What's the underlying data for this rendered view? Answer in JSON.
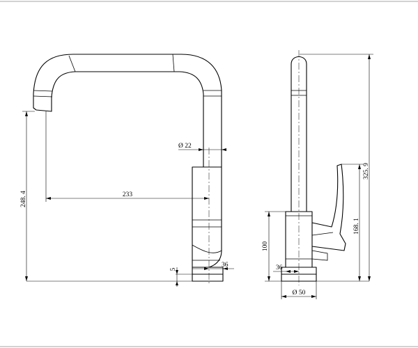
{
  "dimensions": {
    "spout_diameter": "Ø 22",
    "spout_reach": "233",
    "total_height_front": "248. 4",
    "base_thickness": "5",
    "base_width_front": "36",
    "lever_offset": "36",
    "body_height": "100",
    "base_diameter": "Ø 50",
    "spout_height_side": "168. 1",
    "total_height_side": "325. 9"
  }
}
